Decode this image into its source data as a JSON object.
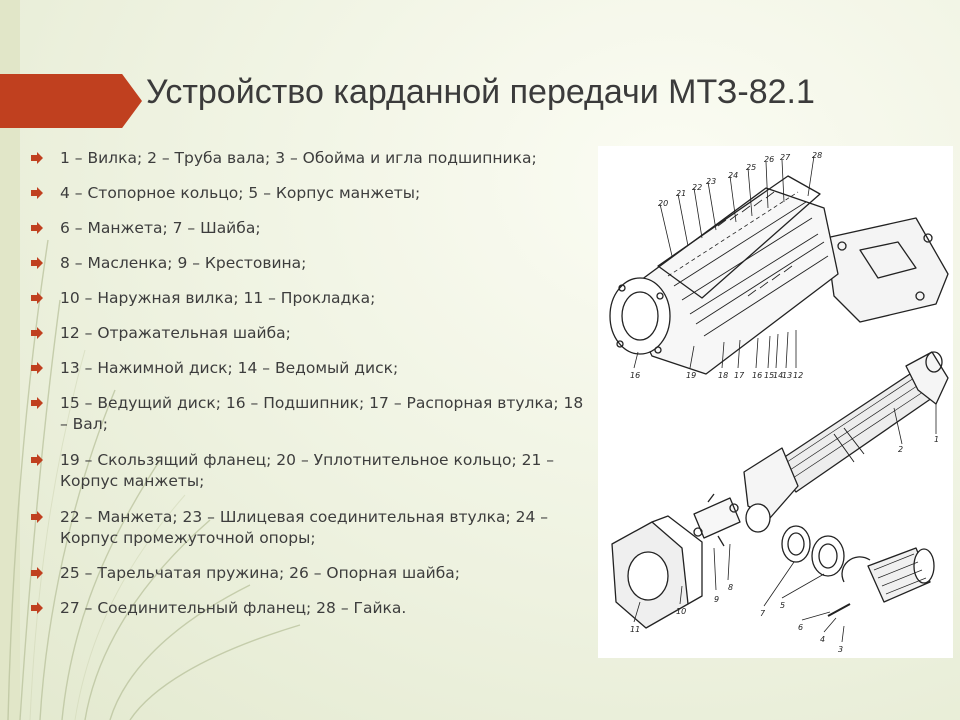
{
  "slide": {
    "title": "Устройство карданной передачи МТЗ-82.1",
    "bullets": [
      "1 – Вилка; 2 – Труба вала; 3 – Обойма и игла подшипника;",
      "4 – Стопорное кольцо; 5 – Корпус манжеты;",
      "6 – Манжета; 7 – Шайба;",
      "8 – Масленка; 9 – Крестовина;",
      "10 – Наружная вилка; 11 – Прокладка;",
      "12 – Отражательная шайба;",
      "13 – Нажимной диск; 14 – Ведомый диск;",
      "15 – Ведущий диск; 16 – Подшипник; 17 – Распорная втулка; 18 – Вал;",
      "19 – Скользящий фланец; 20 – Уплотнительное кольцо; 21 – Корпус манжеты;",
      "22 – Манжета; 23 – Шлицевая соединительная втулка; 24 – Корпус промежуточной опоры;",
      "25 – Тарельчатая пружина; 26 – Опорная шайба;",
      "27 – Соединительный фланец; 28 – Гайка."
    ],
    "bullet_icon": "arrow-icon",
    "accent_color": "#c0401f"
  },
  "diagram": {
    "labels_top": [
      "20",
      "21",
      "22",
      "23",
      "24",
      "25",
      "26",
      "27",
      "28"
    ],
    "labels_mid": [
      "19",
      "18",
      "17",
      "16",
      "15",
      "14",
      "13",
      "12"
    ],
    "label_16": "16",
    "labels_shaft": [
      "2",
      "1"
    ],
    "labels_bottom": [
      "11",
      "10",
      "9",
      "8",
      "7",
      "5",
      "6",
      "4",
      "3"
    ]
  }
}
